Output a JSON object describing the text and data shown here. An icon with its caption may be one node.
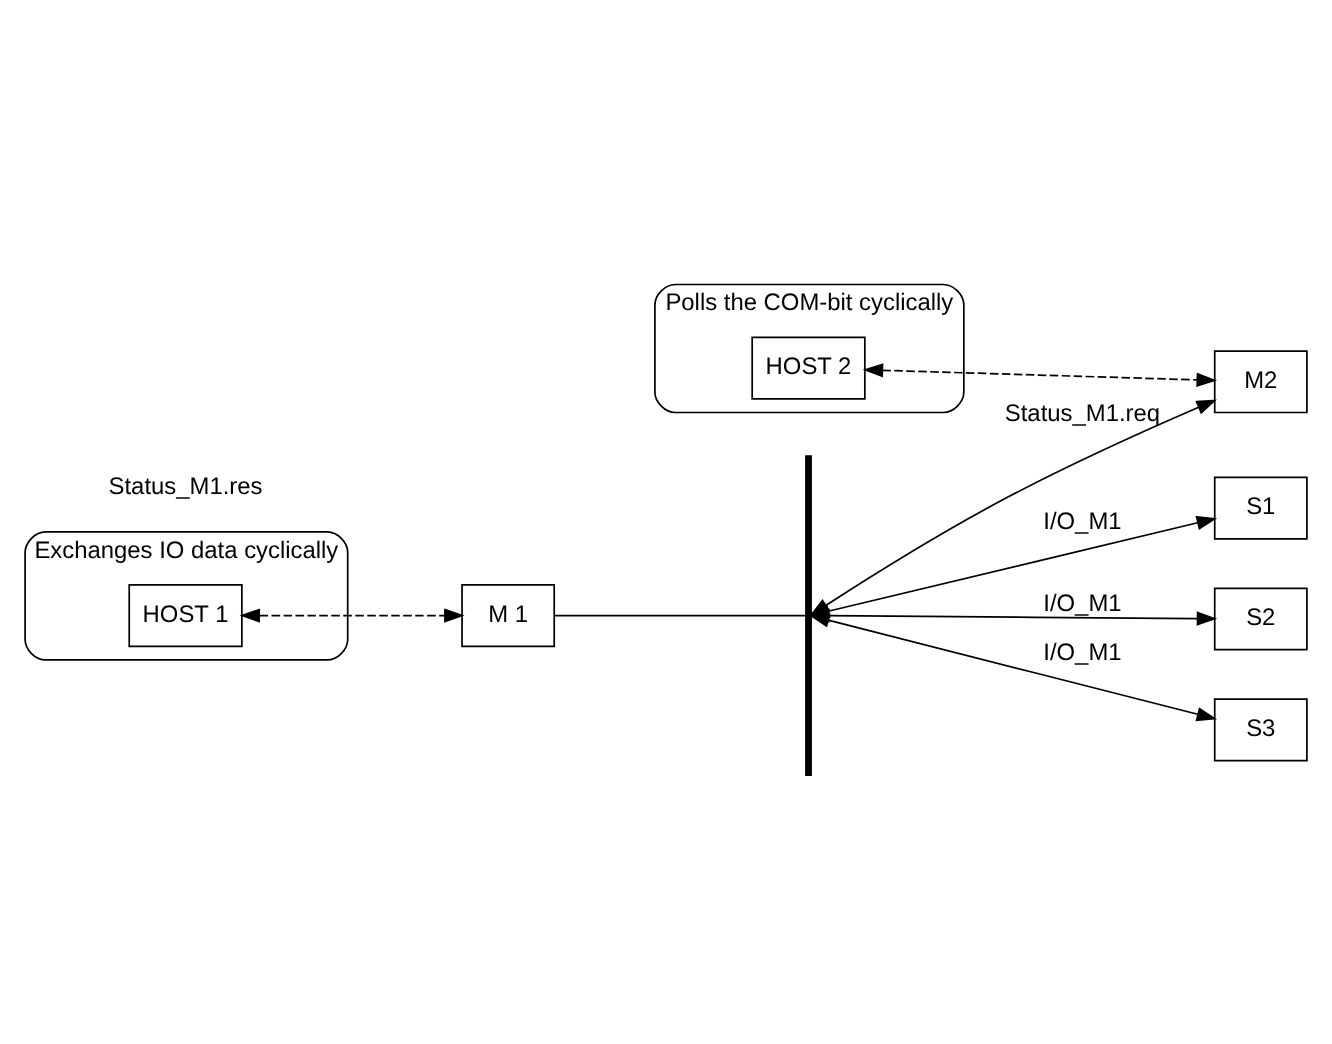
{
  "diagram": {
    "nodes": [
      {
        "text": [
          "Exchanges IO data cyclically"
        ]
      },
      {
        "text": [
          "HOST 1"
        ],
        "in": 0
      },
      {
        "text": [
          "Polls the COM-bit cyclically"
        ]
      },
      {
        "text": [
          "HOST 2"
        ],
        "in": 2
      },
      {
        "text": [
          "M 1"
        ]
      },
      {
        "text": [
          "M2"
        ]
      },
      {
        "text": [],
        "shape": "bar"
      },
      {
        "text": [
          "S1"
        ]
      },
      {
        "text": [
          "S2"
        ]
      },
      {
        "text": [
          "S3"
        ]
      }
    ],
    "edges": [
      {
        "from": 1,
        "to": 4,
        "arrow": "both",
        "style": "dashed"
      },
      {
        "from": 3,
        "to": 5,
        "arrow": "both",
        "style": "dashed"
      },
      {
        "from": 4,
        "to": 6,
        "arrow": "none"
      },
      {
        "from": 6,
        "to": 5,
        "arrow": "both",
        "label": "Status_M1.req"
      },
      {
        "from": 6,
        "to": 7,
        "arrow": "both",
        "label": "I/O_M1"
      },
      {
        "from": 6,
        "to": 8,
        "arrow": "both",
        "label": "I/O_M1"
      },
      {
        "from": 6,
        "to": 9,
        "arrow": "both",
        "label": "I/O_M1"
      }
    ],
    "labels": [
      "Status_M1.res"
    ]
  }
}
